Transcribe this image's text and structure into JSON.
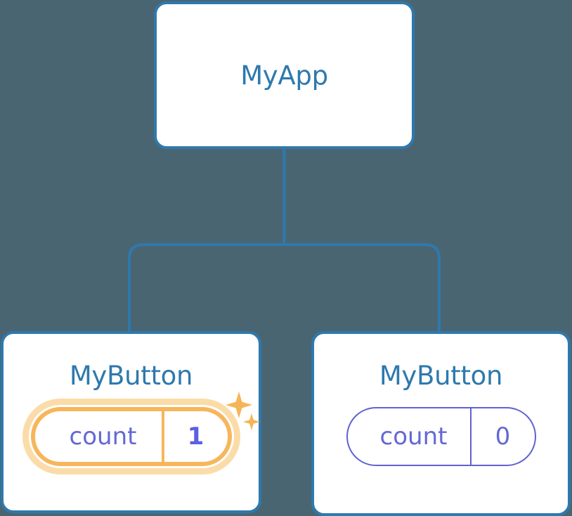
{
  "theme": {
    "background": "#4A6572",
    "card_background": "#FFFFFF",
    "card_border": "#2E79AD",
    "title_color": "#2E79AD",
    "edge_color": "#2E79AD",
    "state_color": "#6468D4",
    "highlight_color": "#F7B65C",
    "highlight_glow": "#FBDCA8",
    "highlight_value_color": "#5B5FE3",
    "sparkle_color": "#F5B556"
  },
  "tree": {
    "root": {
      "title": "MyApp"
    },
    "children": [
      {
        "title": "MyButton",
        "state": {
          "key": "count",
          "value": "1"
        },
        "highlighted": true,
        "sparkle": true
      },
      {
        "title": "MyButton",
        "state": {
          "key": "count",
          "value": "0"
        },
        "highlighted": false,
        "sparkle": false
      }
    ]
  },
  "icons": {
    "sparkle_large": "sparkle-icon",
    "sparkle_small": "sparkle-small-icon"
  }
}
